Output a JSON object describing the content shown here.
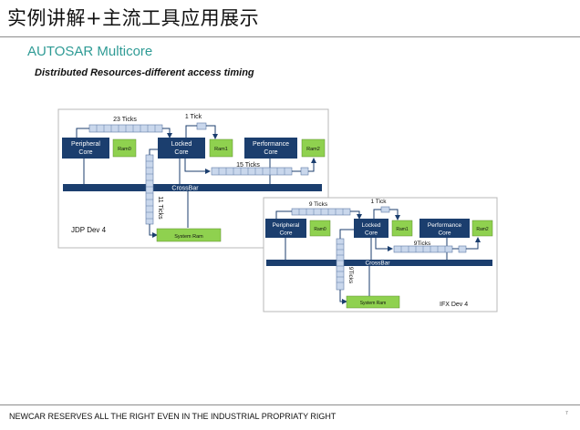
{
  "slide": {
    "title": "实例讲解+主流工具应用展示",
    "subtitle": "AUTOSAR Multicore",
    "heading": "Distributed Resources-different access timing",
    "footer": "NEWCAR RESERVES ALL THE RIGHT EVEN IN THE INDUSTRIAL PROPRIATY RIGHT",
    "page_number": "7"
  },
  "diagram_jdp": {
    "label": "JDP Dev 4",
    "core_left": "Peripheral Core",
    "core_left_l1": "Peripheral",
    "core_left_l2": "Core",
    "core_mid_l1": "Locked",
    "core_mid_l2": "Core",
    "core_right_l1": "Performance",
    "core_right_l2": "Core",
    "ram0": "Ram0",
    "ram1": "Ram1",
    "ram2": "Ram2",
    "crossbar": "CrossBar",
    "system_ram": "System Ram",
    "ticks_top": "23 Ticks",
    "ticks_one": "1 Tick",
    "ticks_mid": "15 Ticks",
    "ticks_vert": "11 Ticks"
  },
  "diagram_ifx": {
    "label": "IFX Dev 4",
    "core_left_l1": "Peripheral",
    "core_left_l2": "Core",
    "core_mid_l1": "Locked",
    "core_mid_l2": "Core",
    "core_right_l1": "Performance",
    "core_right_l2": "Core",
    "ram0": "Ram0",
    "ram1": "Ram1",
    "ram2": "Ram2",
    "crossbar": "CrossBar",
    "system_ram": "System Ram",
    "ticks_top": "9 Ticks",
    "ticks_one": "1 Tick",
    "ticks_mid": "9Ticks",
    "ticks_vert": "9Ticks"
  },
  "colors": {
    "title_accent": "#2f9b95",
    "core_blue": "#1b3e6e",
    "ram_green": "#8fd14f",
    "tick_cell": "#c9d7ec"
  }
}
